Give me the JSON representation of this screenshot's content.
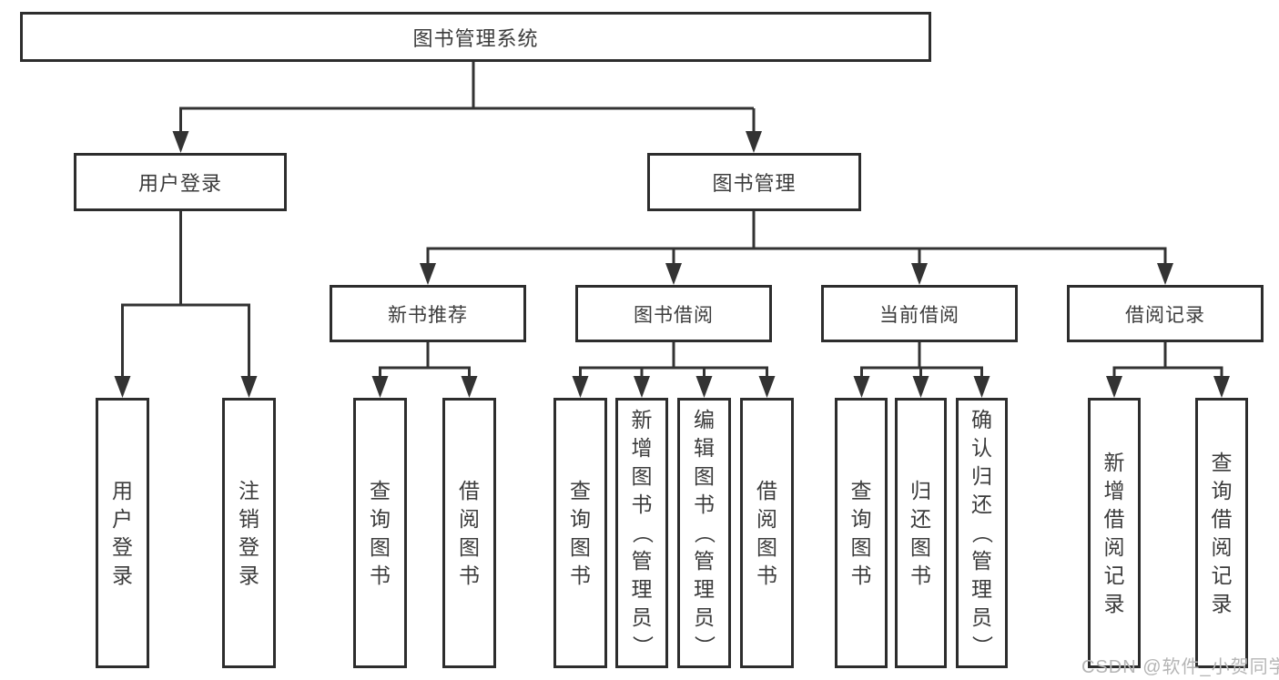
{
  "diagram": {
    "title": "图书管理系统",
    "root": "图书管理系统",
    "branches": [
      {
        "label": "用户登录",
        "children": [
          "用户登录",
          "注销登录"
        ]
      },
      {
        "label": "图书管理",
        "children": [
          {
            "label": "新书推荐",
            "children": [
              "查询图书",
              "借阅图书"
            ]
          },
          {
            "label": "图书借阅",
            "children": [
              "查询图书",
              "新增图书（管理员）",
              "编辑图书（管理员）",
              "借阅图书"
            ]
          },
          {
            "label": "当前借阅",
            "children": [
              "查询图书",
              "归还图书",
              "确认归还（管理员）"
            ]
          },
          {
            "label": "借阅记录",
            "children": [
              "新增借阅记录",
              "查询借阅记录"
            ]
          }
        ]
      }
    ]
  },
  "watermark": "CSDN @软件_小贺同学",
  "colors": {
    "line": "#333333",
    "box_border": "#2d2d2d",
    "text": "#3c3c3c",
    "watermark": "#b5b5b5",
    "background": "#ffffff"
  }
}
